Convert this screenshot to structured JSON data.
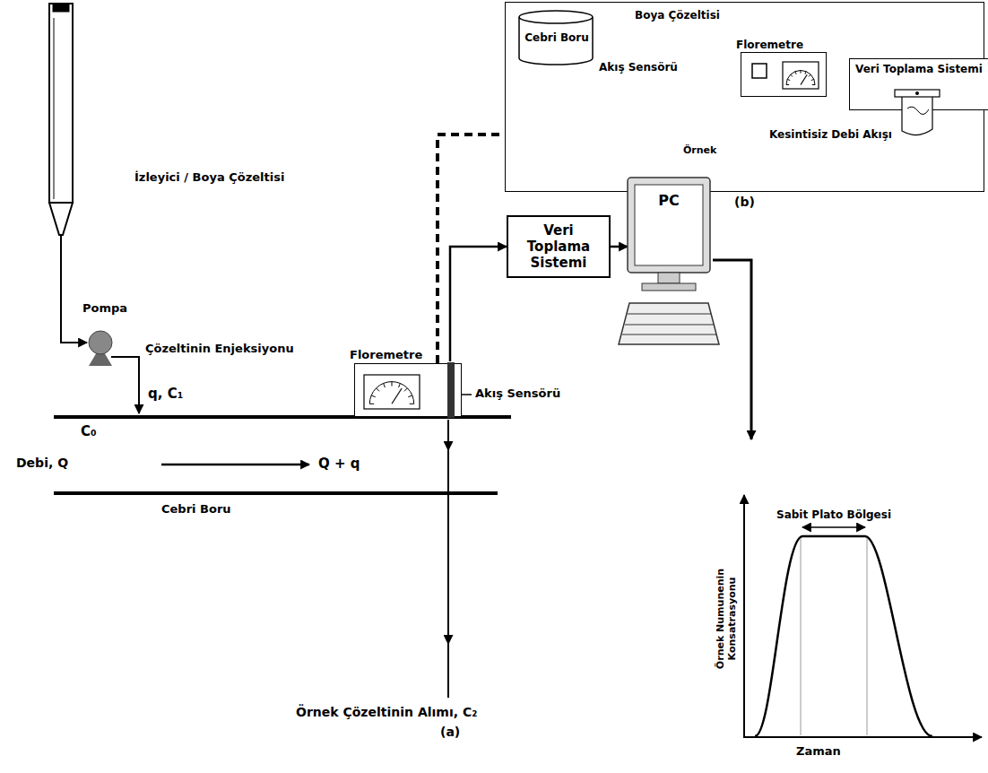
{
  "diagram": {
    "nodes": [
      {
        "text": [
          "(b)"
        ]
      },
      {
        "text": [
          "Cebri Boru"
        ],
        "in": 0
      },
      {
        "text": [
          "Floremetre"
        ],
        "in": 0
      },
      {
        "text": [
          "Veri Toplama Sistemi"
        ],
        "in": 0
      },
      {
        "text": [
          "Veri Toplama Sistemi"
        ]
      },
      {
        "text": [
          "PC"
        ]
      },
      {
        "text": [
          "Floremetre"
        ]
      }
    ],
    "edges": [
      {
        "from": 1,
        "to": 2,
        "arrow": "to",
        "label": "Boya Çözeltisi"
      },
      {
        "from": 2,
        "to": 3,
        "arrow": "to"
      },
      {
        "from": 6,
        "to": 4,
        "arrow": "to"
      },
      {
        "from": 4,
        "to": 5,
        "arrow": "to"
      },
      {
        "from": 6,
        "to": 0,
        "arrow": "none"
      }
    ],
    "labels": [
      "İzleyici / Boya Çözeltisi",
      "Pompa",
      "Çözeltinin Enjeksiyonu",
      "q, C₁",
      "C₀",
      "Debi, Q",
      "Q + q",
      "Cebri Boru",
      "Akış Sensörü",
      "Örnek Çözeltinin Alımı, C₂",
      "(a)",
      "Sabit Plato Bölgesi",
      "Örnek Numunenin Konsatrasyonu",
      "Zaman",
      "Akış Sensörü",
      "Örnek",
      "Kesintisiz Debi Akışı"
    ]
  }
}
